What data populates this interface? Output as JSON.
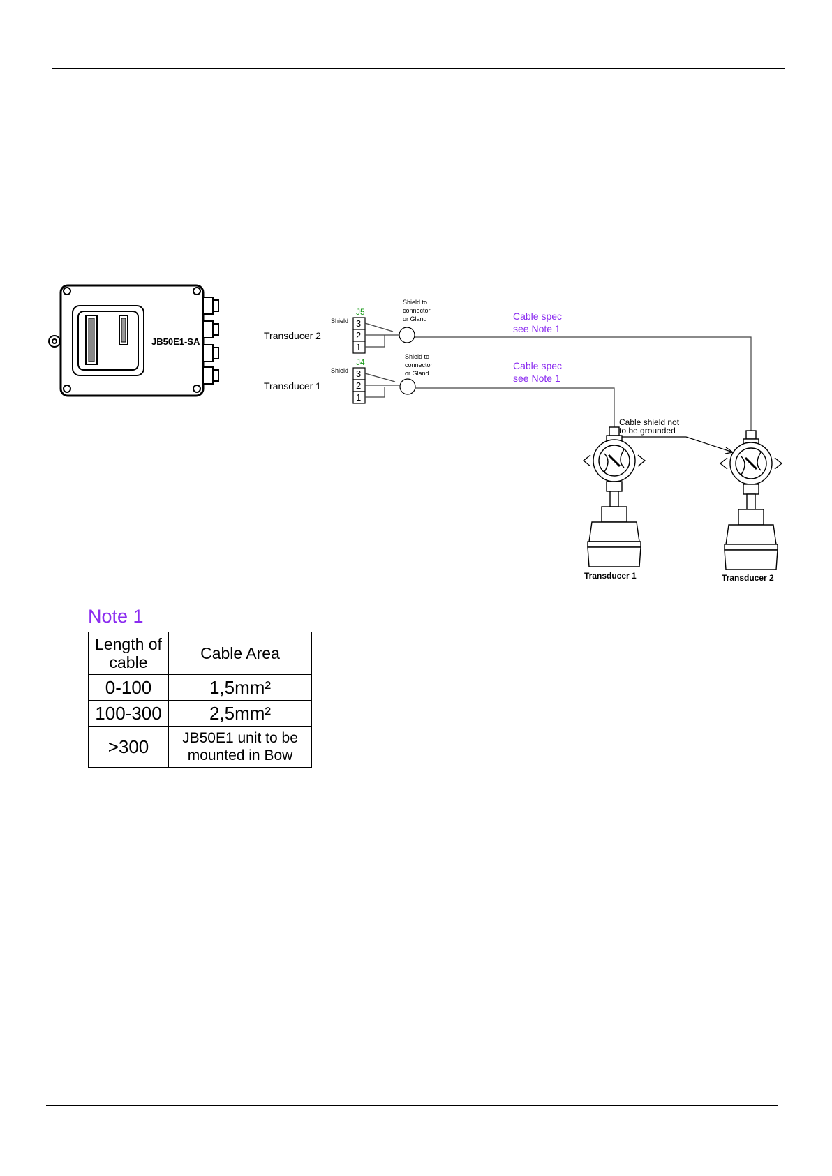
{
  "unit": {
    "label": "JB50E1-SA"
  },
  "wiring": {
    "transducer2": {
      "label": "Transducer 2",
      "connector": "J5",
      "shield_label": "Shield",
      "pins": [
        "3",
        "2",
        "1"
      ],
      "shield_note": [
        "Shield to",
        "connector",
        "or Gland"
      ],
      "cable_note": [
        "Cable spec",
        "see Note 1"
      ]
    },
    "transducer1": {
      "label": "Transducer 1",
      "connector": "J4",
      "shield_label": "Shield",
      "pins": [
        "3",
        "2",
        "1"
      ],
      "shield_note": [
        "Shield to",
        "connector",
        "or Gland"
      ],
      "cable_note": [
        "Cable spec",
        "see Note 1"
      ]
    },
    "ground_note": [
      "Cable shield not",
      "to be grounded"
    ],
    "transducer_names": [
      "Transducer 1",
      "Transducer 2"
    ]
  },
  "note1": {
    "title": "Note 1",
    "headers": [
      "Length of cable",
      "Cable Area"
    ],
    "header_lines": [
      "Length of",
      "cable"
    ],
    "rows": [
      [
        "0-100",
        "1,5mm²"
      ],
      [
        "100-300",
        "2,5mm²"
      ],
      [
        ">300",
        "JB50E1 unit to be mounted in Bow"
      ]
    ],
    "last_row_lines": [
      "JB50E1 unit to be",
      "mounted in Bow"
    ]
  },
  "colors": {
    "connector_label": "#1a9a1a",
    "cable_note": "#8b2cf0",
    "note_title": "#8b2cf0"
  }
}
